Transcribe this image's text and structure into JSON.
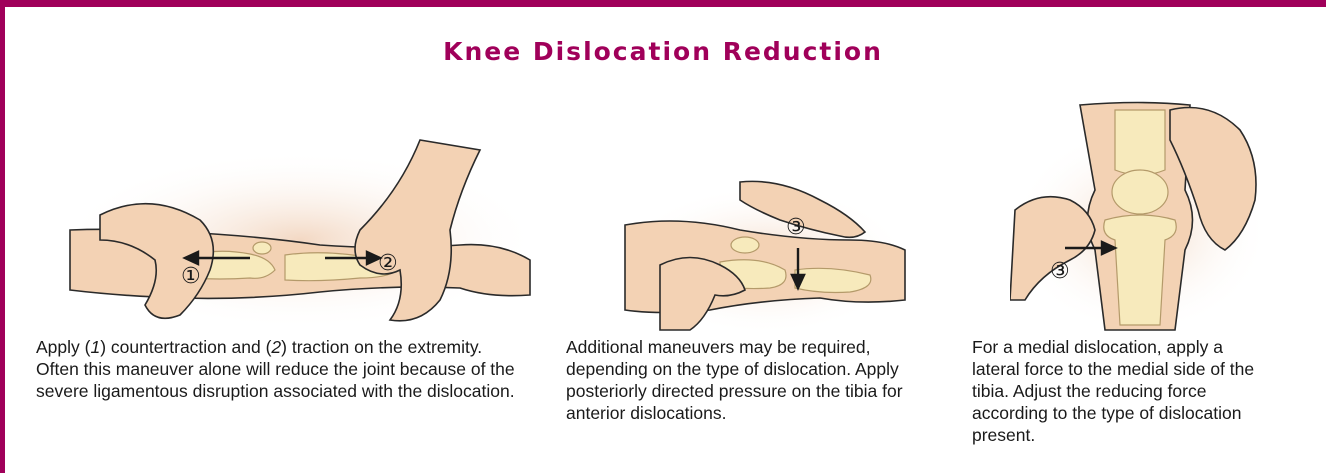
{
  "title": "Knee Dislocation Reduction",
  "colors": {
    "accent": "#a0005a",
    "skin": "#f3d2b4",
    "skin_shadow": "#e0b08e",
    "bone": "#f7eabc",
    "outline": "#2a2a2a"
  },
  "panels": [
    {
      "markers": [
        "①",
        "②"
      ],
      "caption": {
        "p1": "Apply (",
        "n1": "1",
        "p2": ") countertraction and (",
        "n2": "2",
        "p3": ") traction on the extremity. Often this maneuver alone will reduce the joint because of the severe ligamentous disruption associated with the dislocation."
      }
    },
    {
      "markers": [
        "③"
      ],
      "caption": "Additional maneuvers may be required, depending on the type of dislocation. Apply posteriorly directed pressure on the tibia for anterior dislocations."
    },
    {
      "markers": [
        "③"
      ],
      "caption": "For a medial dislocation, apply a lateral force to the medial side of the tibia. Adjust the reducing force according to the type of dislocation present."
    }
  ]
}
